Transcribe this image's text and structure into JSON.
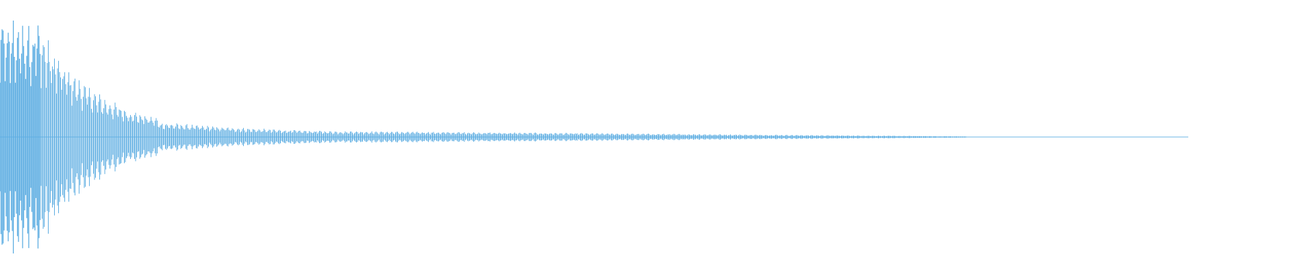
{
  "waveform": {
    "color": "#5DADE2",
    "background": "#ffffff",
    "duration_fraction_filled": 0.735,
    "peak_amplitude": 0.91,
    "decay": {
      "attack_amplitude": 0.91,
      "early_decay_fraction": 0.13,
      "tail_amplitude": 0.015
    }
  }
}
